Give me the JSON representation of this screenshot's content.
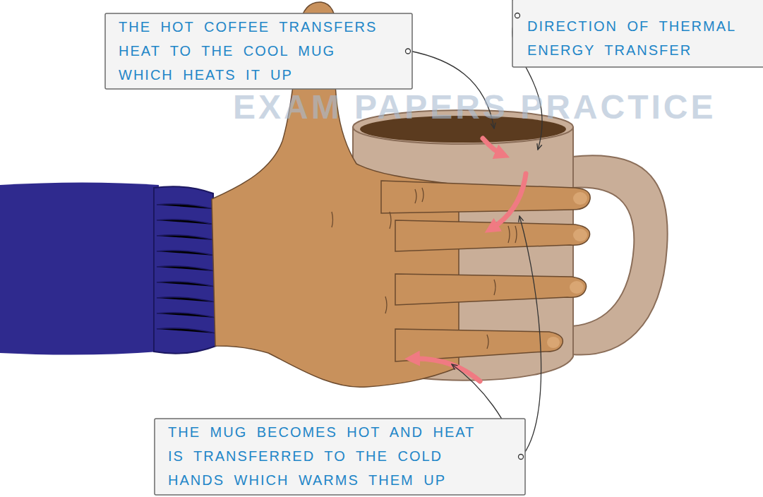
{
  "diagram": {
    "nodes": [
      {
        "text": [
          "THE HOT COFFEE TRANSFERS HEAT TO THE COOL MUG WHICH HEATS IT UP"
        ]
      },
      {
        "text": [
          "DIRECTION OF THERMAL ENERGY TRANSFER"
        ]
      },
      {
        "text": [
          "THE MUG BECOMES HOT AND HEAT IS TRANSFERRED TO THE COLD HANDS WHICH WARMS THEM UP"
        ]
      }
    ],
    "labels": [
      "EXAM PAPERS PRACTICE"
    ]
  }
}
